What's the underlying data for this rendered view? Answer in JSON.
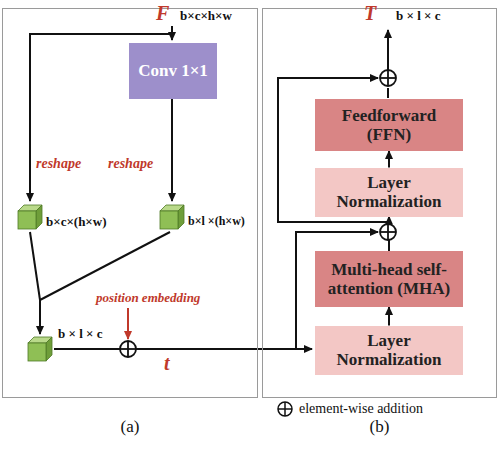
{
  "diagram": {
    "nodes": [
      {
        "text": [
          "(a)"
        ]
      },
      {
        "text": [
          "Conv 1×1"
        ],
        "in": 0
      },
      {
        "text": [
          "(b)"
        ]
      },
      {
        "text": [
          "Feedforward (FFN)"
        ],
        "in": 2
      },
      {
        "text": [
          "Layer Normalization"
        ],
        "in": 2
      },
      {
        "text": [
          "Multi-head self-attention (MHA)"
        ],
        "in": 2
      },
      {
        "text": [
          "Layer Normalization"
        ],
        "in": 2
      }
    ],
    "edges": [
      {
        "from": 6,
        "to": 5,
        "arrow": "to"
      },
      {
        "from": 5,
        "to": 4,
        "arrow": "to"
      },
      {
        "from": 4,
        "to": 3,
        "arrow": "to"
      }
    ],
    "labels": [
      "F",
      "b×c×h×w",
      "reshape",
      "reshape",
      "b×c×(h×w)",
      "b×l ×(h×w)",
      "b × l × c",
      "position embedding",
      "t",
      "T",
      "b × l × c"
    ],
    "legend": [
      {
        "text": "element-wise addition"
      }
    ]
  }
}
